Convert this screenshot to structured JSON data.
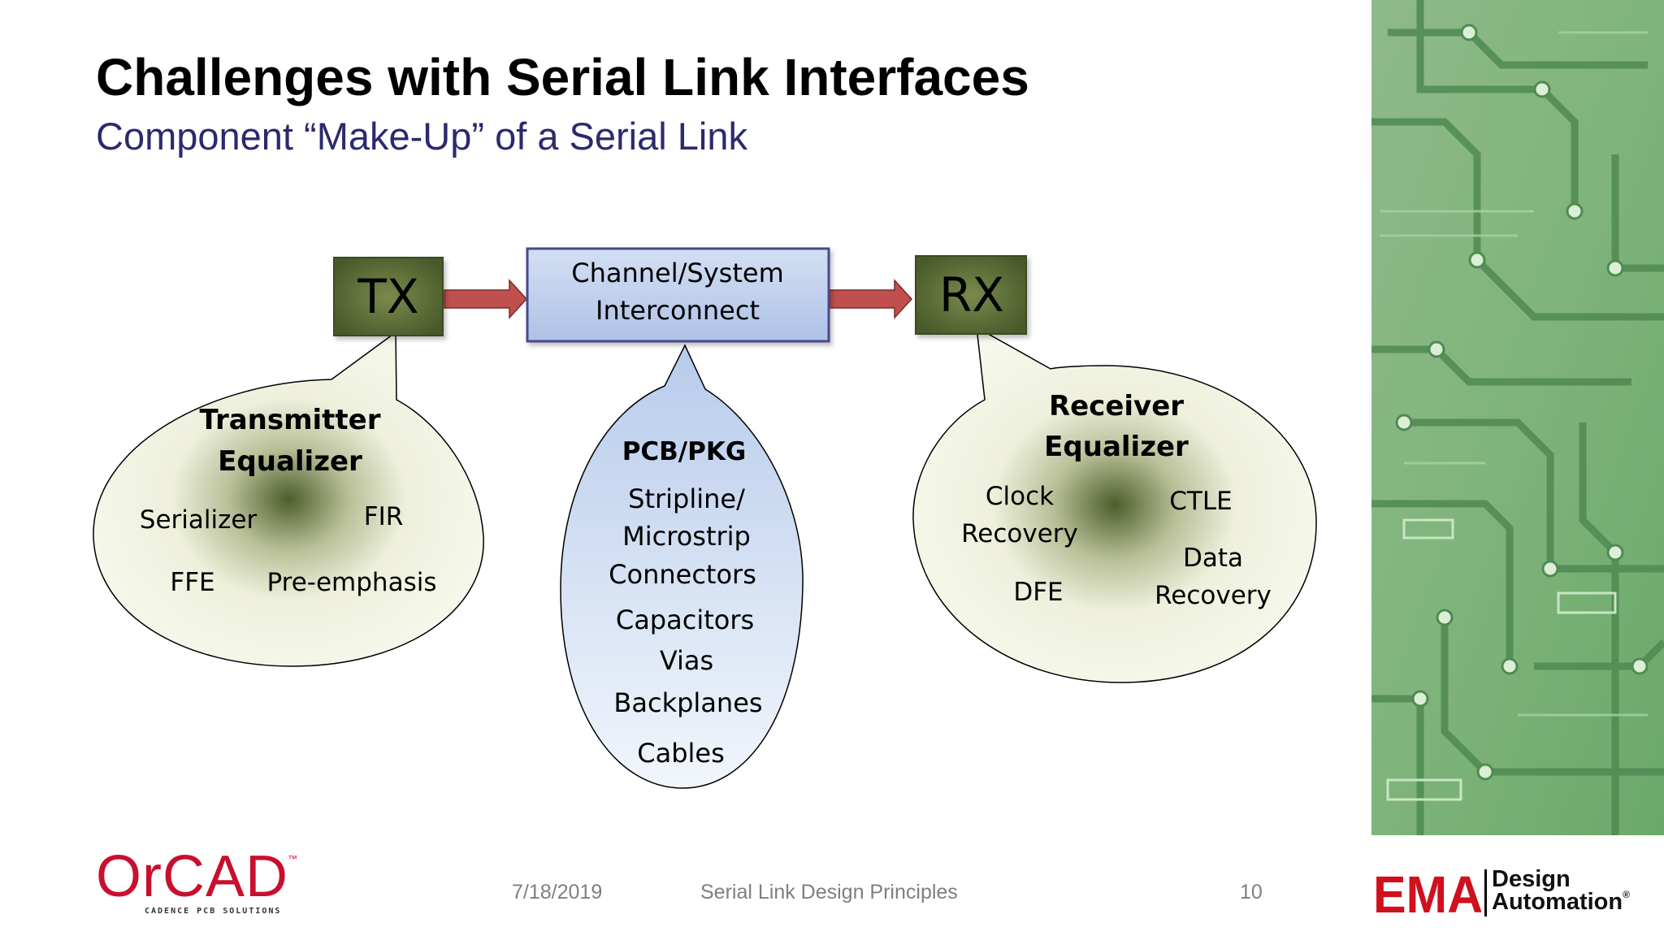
{
  "slide": {
    "title": "Challenges with Serial Link Interfaces",
    "subtitle": "Component “Make-Up” of a Serial Link"
  },
  "diagram": {
    "tx_label": "TX",
    "rx_label": "RX",
    "channel_lines": [
      "Channel/System",
      "Interconnect"
    ],
    "tx_bubble": {
      "title_lines": [
        "Transmitter",
        "Equalizer"
      ],
      "items": [
        "Serializer",
        "FIR",
        "FFE",
        "Pre-emphasis"
      ]
    },
    "channel_bubble": {
      "title": "PCB/PKG",
      "items": [
        "Stripline/",
        "Microstrip",
        "Connectors",
        "Capacitors",
        "Vias",
        "Backplanes",
        "Cables"
      ]
    },
    "rx_bubble": {
      "title_lines": [
        "Receiver",
        "Equalizer"
      ],
      "items": [
        "Clock",
        "Recovery",
        "CTLE",
        "Data",
        "Recovery",
        "DFE"
      ]
    },
    "colors": {
      "box_green": "#5b6b35",
      "arrow_red": "#c0504d",
      "channel_blue": "#c9d7f0",
      "slide_subtitle": "#2b2a6e"
    }
  },
  "footer": {
    "date": "7/18/2019",
    "deck_title": "Serial Link Design Principles",
    "page_number": "10"
  },
  "logos": {
    "orcad": {
      "word": "OrCAD",
      "tm": "™",
      "tagline": "CADENCE PCB SOLUTIONS"
    },
    "ema": {
      "word": "EMA",
      "line1": "Design",
      "line2": "Automation",
      "reg": "®"
    }
  },
  "decor": {
    "side_panel": "pcb-circuit-image"
  }
}
